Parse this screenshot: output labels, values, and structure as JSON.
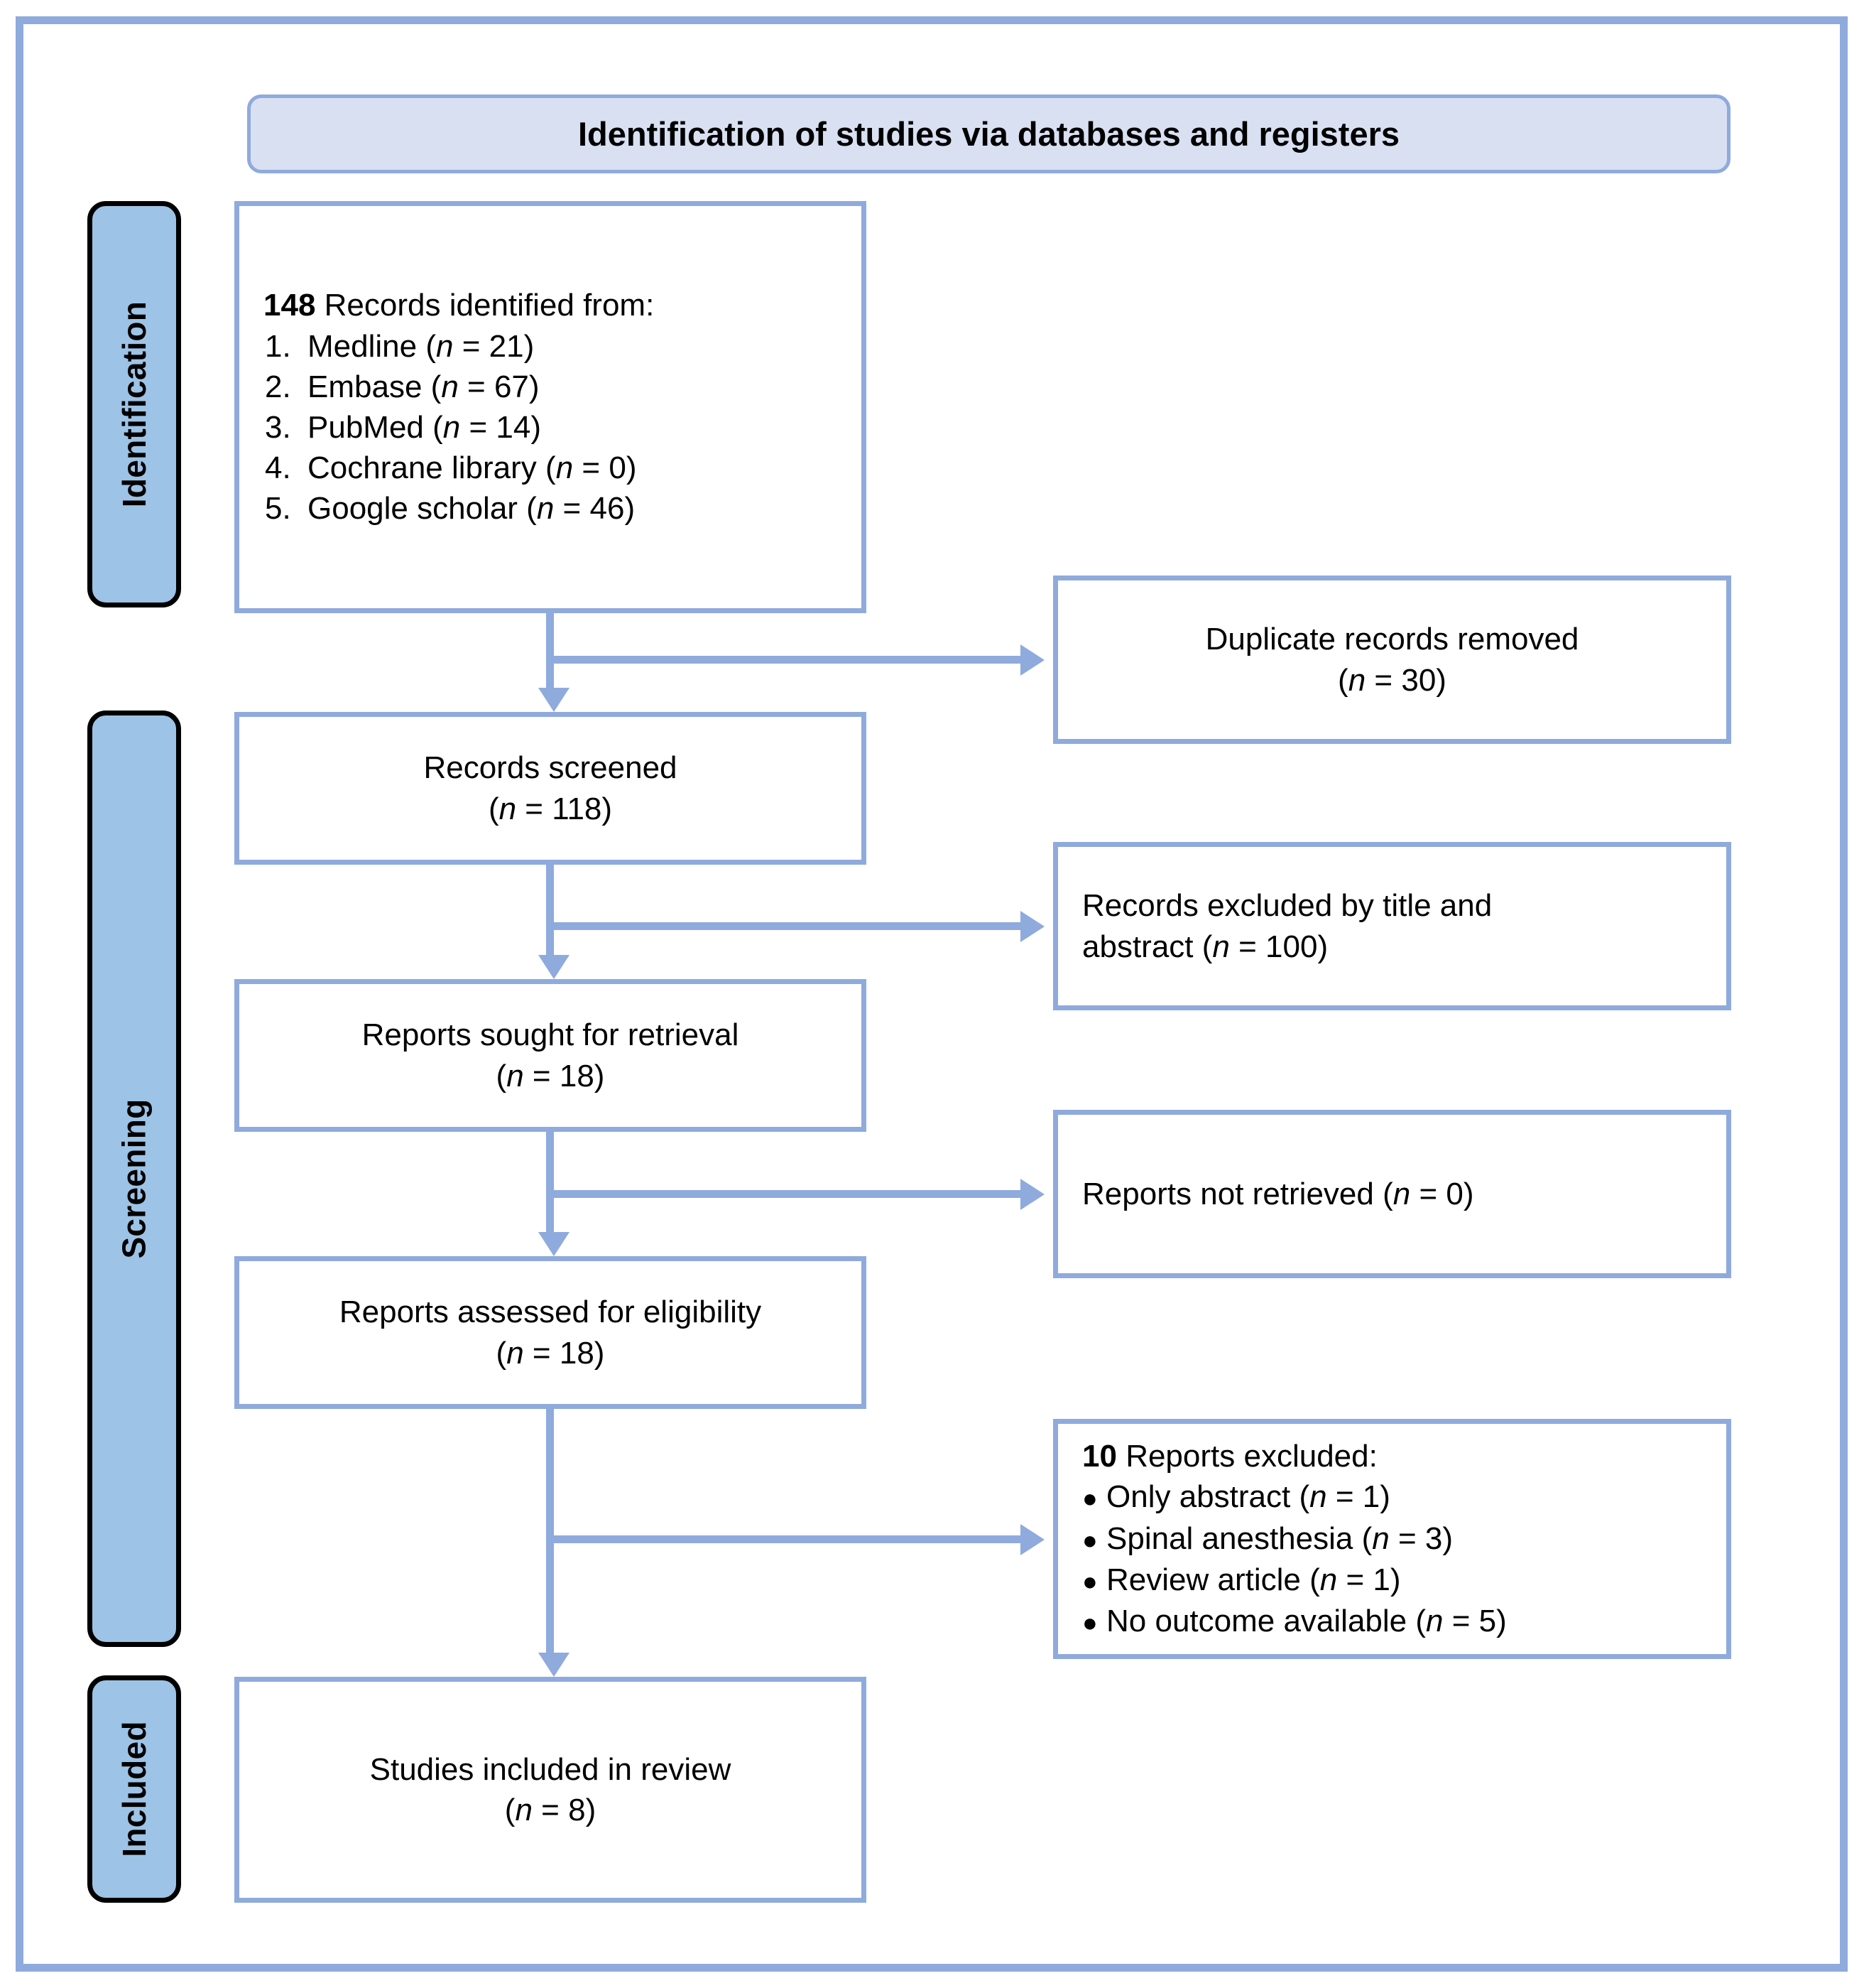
{
  "diagram": {
    "type": "prisma-flow-diagram",
    "banner_title": "Identification of studies via databases and registers",
    "stages": [
      {
        "key": "identification",
        "label": "Identification"
      },
      {
        "key": "screening",
        "label": "Screening"
      },
      {
        "key": "included",
        "label": "Included"
      }
    ],
    "colors": {
      "frame_border": "#8FAADC",
      "box_border": "#8FAADC",
      "banner_fill": "#D9E0F2",
      "stage_label_fill": "#9DC3E6",
      "stage_label_border": "#000000",
      "connector": "#8FAADC",
      "text": "#000000",
      "box_fill": "#FFFFFF"
    }
  },
  "boxes": {
    "identified": {
      "heading_count": "148",
      "heading_text": "Records identified from:",
      "sources": [
        {
          "num": "1.",
          "name": "Medline",
          "n_label": "(n = 21)",
          "n": 21
        },
        {
          "num": "2.",
          "name": "Embase",
          "n_label": "(n = 67)",
          "n": 67
        },
        {
          "num": "3.",
          "name": "PubMed",
          "n_label": "(n = 14)",
          "n": 14
        },
        {
          "num": "4.",
          "name": "Cochrane library",
          "n_label": "(n = 0)",
          "n": 0
        },
        {
          "num": "5.",
          "name": "Google scholar",
          "n_label": "(n = 46)",
          "n": 46
        }
      ],
      "total": 148
    },
    "duplicates_removed": {
      "line1": "Duplicate records removed",
      "n_label": "(n = 30)",
      "n": 30
    },
    "records_screened": {
      "line1": "Records screened",
      "n_label": "(n = 118)",
      "n": 118
    },
    "records_excluded_title_abstract": {
      "line1": "Records excluded by title and",
      "line2_prefix": "abstract ",
      "n_label": "(n = 100)",
      "n": 100
    },
    "reports_sought": {
      "line1": "Reports sought for retrieval",
      "n_label": "(n = 18)",
      "n": 18
    },
    "reports_not_retrieved": {
      "line1_prefix": "Reports not retrieved ",
      "n_label": "(n = 0)",
      "n": 0
    },
    "reports_assessed": {
      "line1": "Reports assessed for eligibility",
      "n_label": "(n = 18)",
      "n": 18
    },
    "reports_excluded": {
      "heading_count": "10",
      "heading_text": "Reports excluded:",
      "reasons": [
        {
          "reason": "Only abstract",
          "n_label": "(n = 1)",
          "n": 1
        },
        {
          "reason": "Spinal anesthesia",
          "n_label": "(n = 3)",
          "n": 3
        },
        {
          "reason": "Review article",
          "n_label": "(n = 1)",
          "n": 1
        },
        {
          "reason": "No outcome available",
          "n_label": "(n = 5)",
          "n": 5
        }
      ],
      "total": 10
    },
    "studies_included": {
      "line1": "Studies included in review",
      "n_label": "(n = 8)",
      "n": 8
    }
  }
}
